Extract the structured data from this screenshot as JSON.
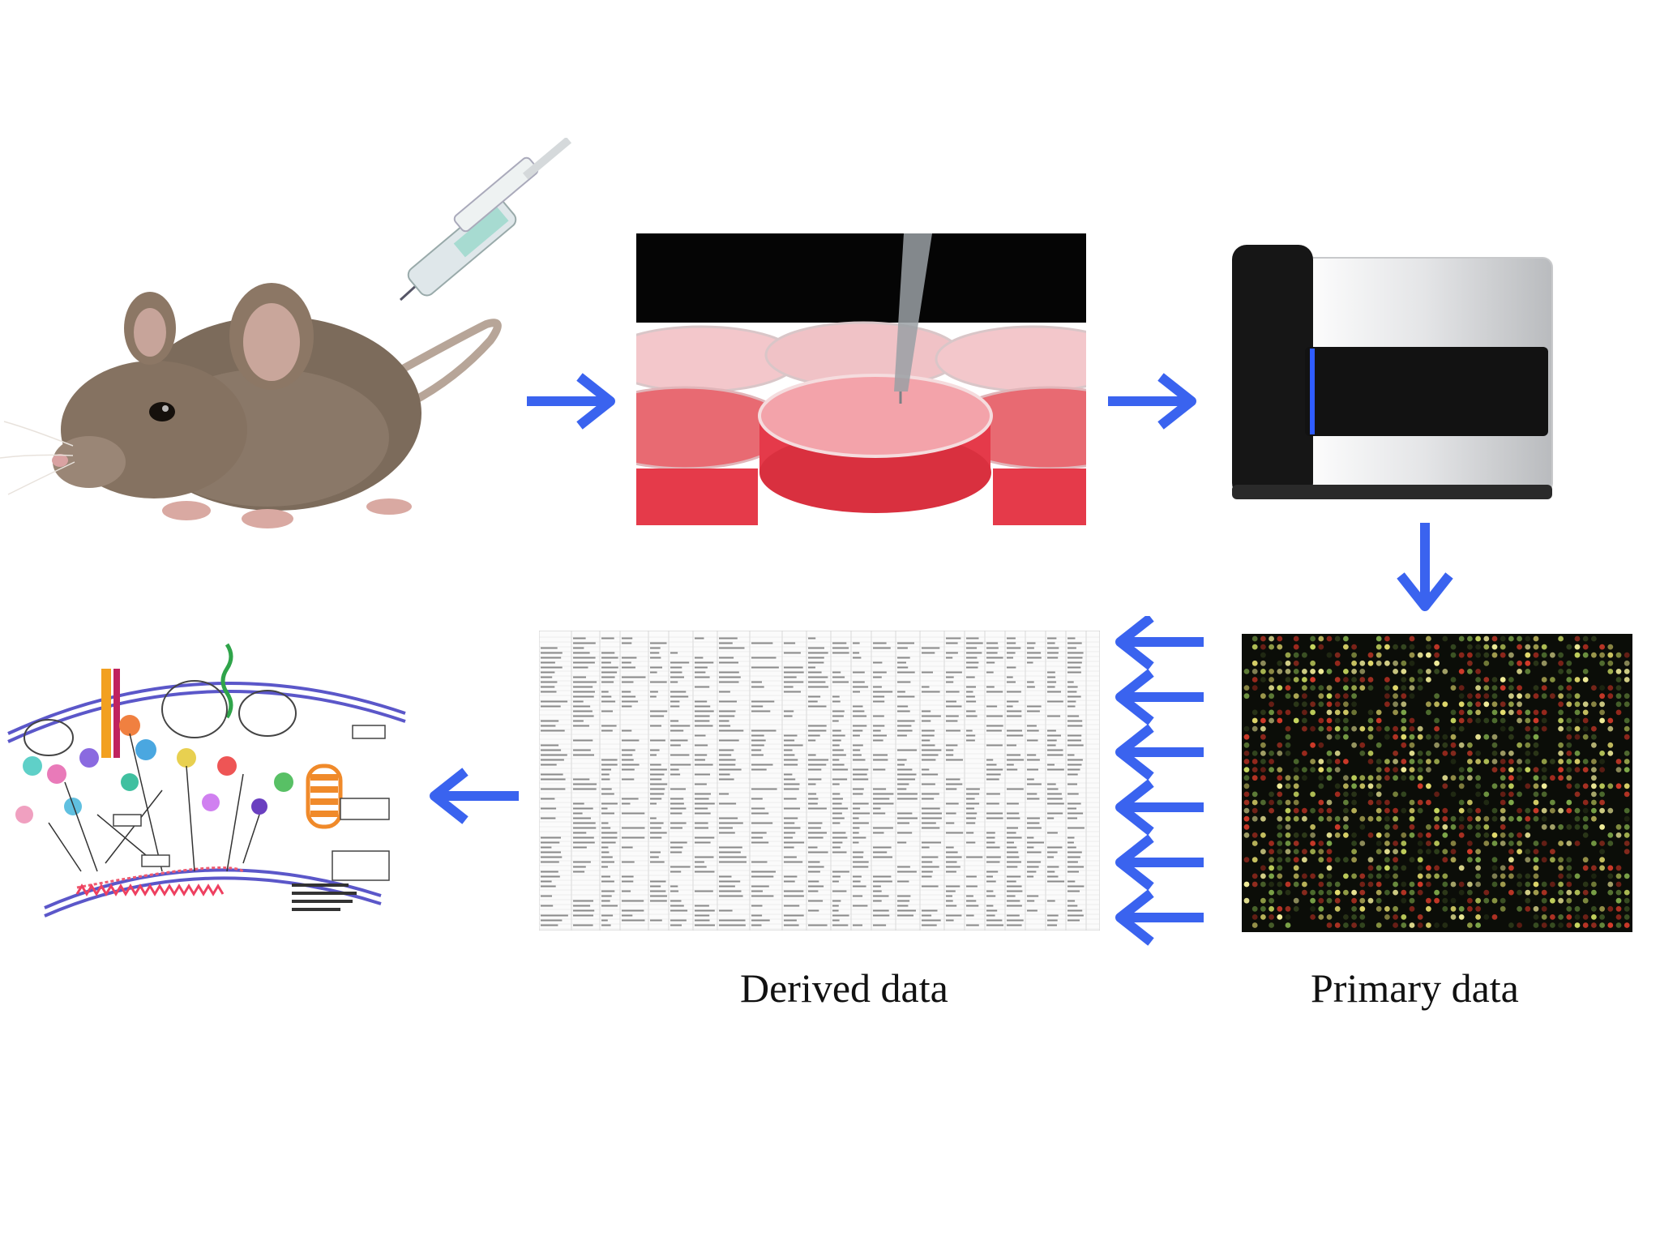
{
  "captions": {
    "derived": "Derived data",
    "primary": "Primary data"
  },
  "colors": {
    "arrow": "#3a63ef",
    "dish_medium": "#e53a4a",
    "scanner_body": "#d9dadc",
    "scanner_dark": "#141414",
    "scanner_led": "#2f5cff",
    "mouse_fur": "#7a6a5a",
    "microarray_bg": "#0b0d08"
  },
  "icons": {
    "mouse": "mouse-illustration",
    "syringe": "syringe-illustration",
    "culture": "cell-culture-dishes-illustration",
    "scanner": "microarray-scanner-illustration",
    "microarray": "microarray-spot-image",
    "spreadsheet": "data-spreadsheet-image",
    "pathway": "signaling-pathway-diagram"
  }
}
